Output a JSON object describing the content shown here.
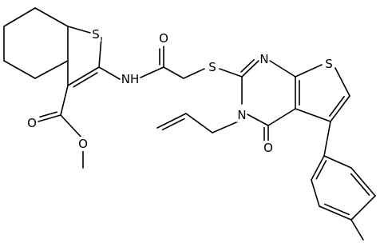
{
  "molecule": {
    "atoms": {
      "s_thiophene_left": "S",
      "nh_amide": "NH",
      "o_amide": "O",
      "s_thioether": "S",
      "n_pyrimidine_top": "N",
      "s_thiophene_right": "S",
      "n_pyrimidine_allyl": "N",
      "o_pyrimidinone": "O",
      "o_ester_carbonyl": "O",
      "o_ester_methoxy": "O"
    }
  }
}
